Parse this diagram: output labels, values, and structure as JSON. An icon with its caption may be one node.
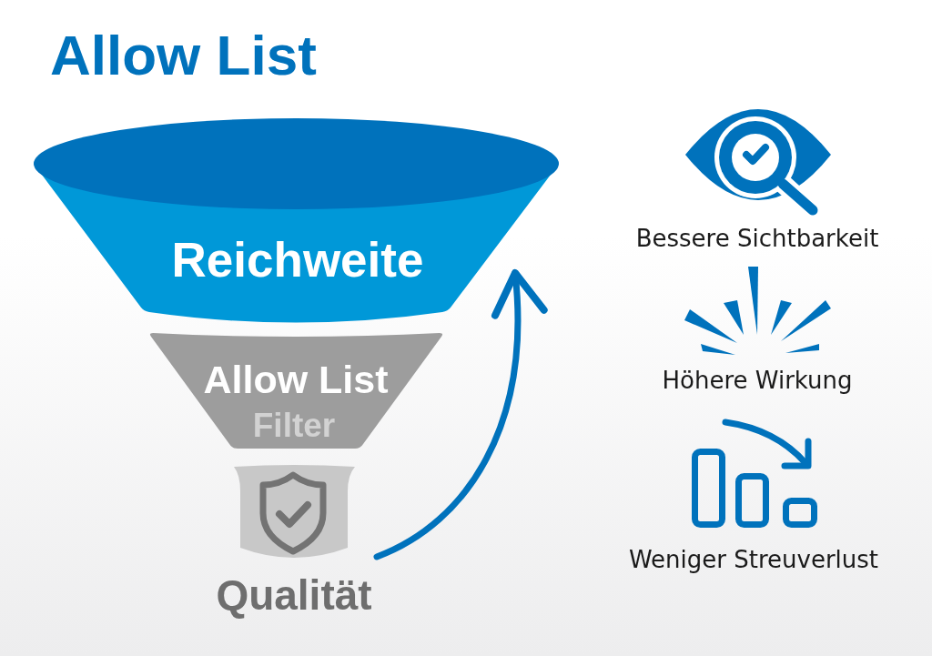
{
  "diagram": {
    "title": "Allow List",
    "nodes": [
      {
        "text": [
          "Reichweite"
        ]
      },
      {
        "text": [
          "Allow List",
          "Filter"
        ]
      },
      {
        "text": [
          "Qualität"
        ]
      }
    ],
    "edges": [
      {
        "from": 2,
        "to": 0,
        "arrow": "to"
      }
    ],
    "labels": [
      "Bessere Sichtbarkeit",
      "Höhere Wirkung",
      "Weniger Streuverlust"
    ]
  }
}
